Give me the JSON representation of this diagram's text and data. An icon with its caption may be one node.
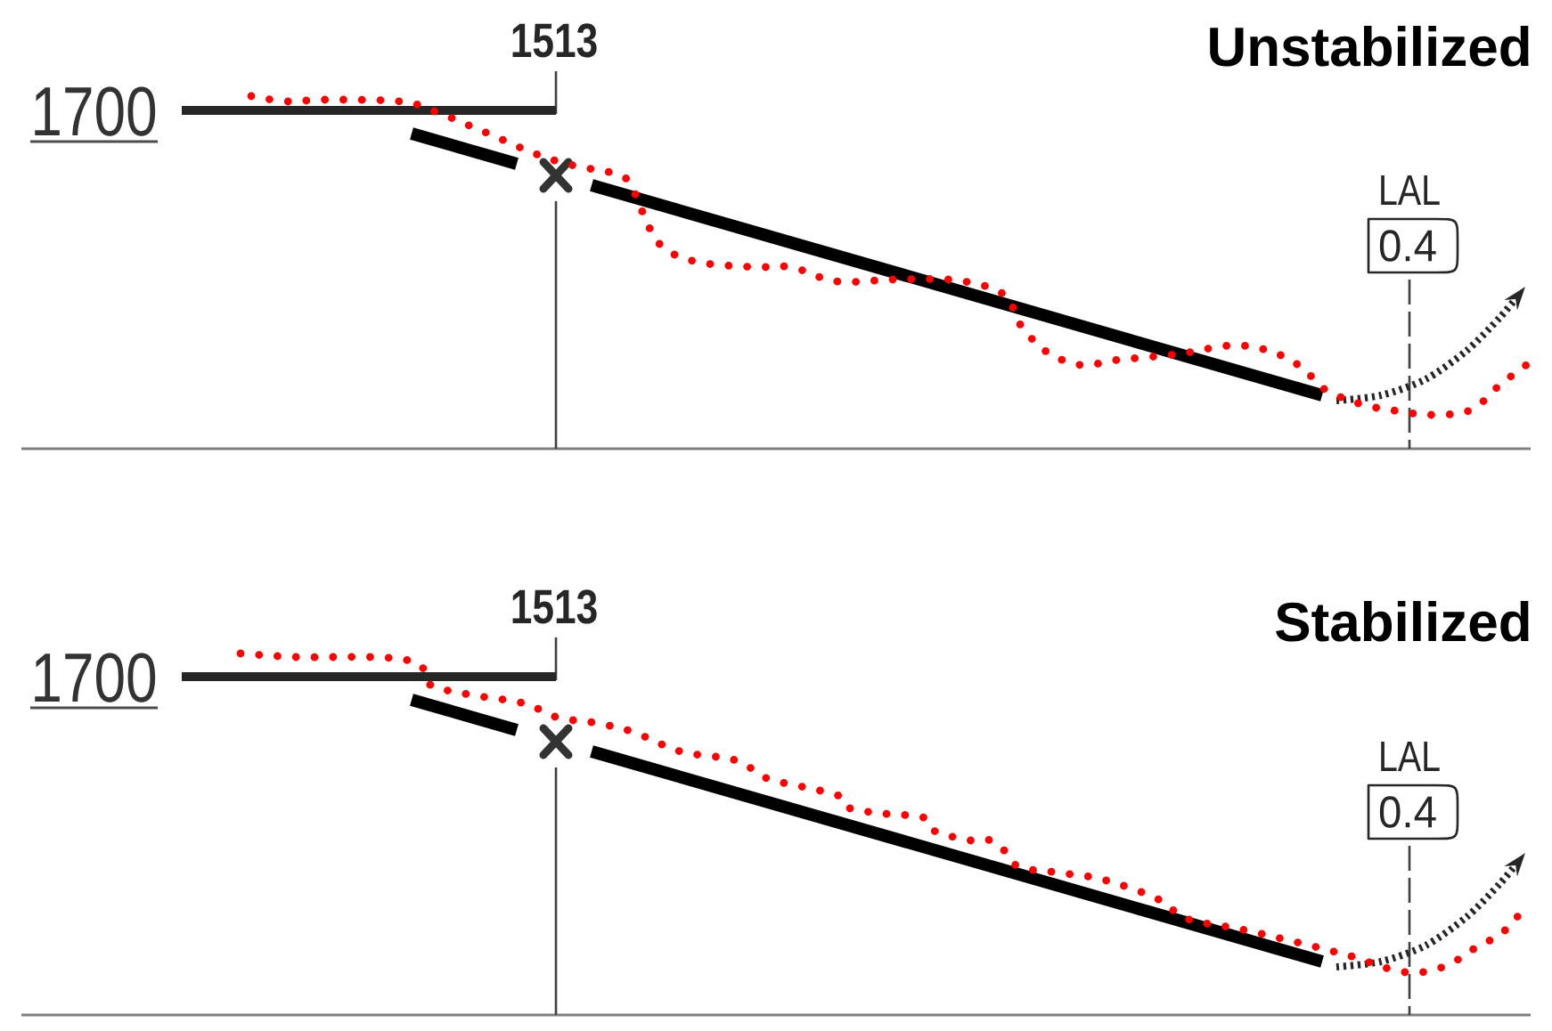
{
  "diagram": {
    "nodes": [
      {
        "text": [
          "LAL",
          "0.4"
        ]
      },
      {
        "text": [
          "LAL",
          "0.4"
        ]
      }
    ],
    "labels": [
      "1513",
      "Unstabilized",
      "1700",
      "1513",
      "Stabilized",
      "1700"
    ]
  }
}
